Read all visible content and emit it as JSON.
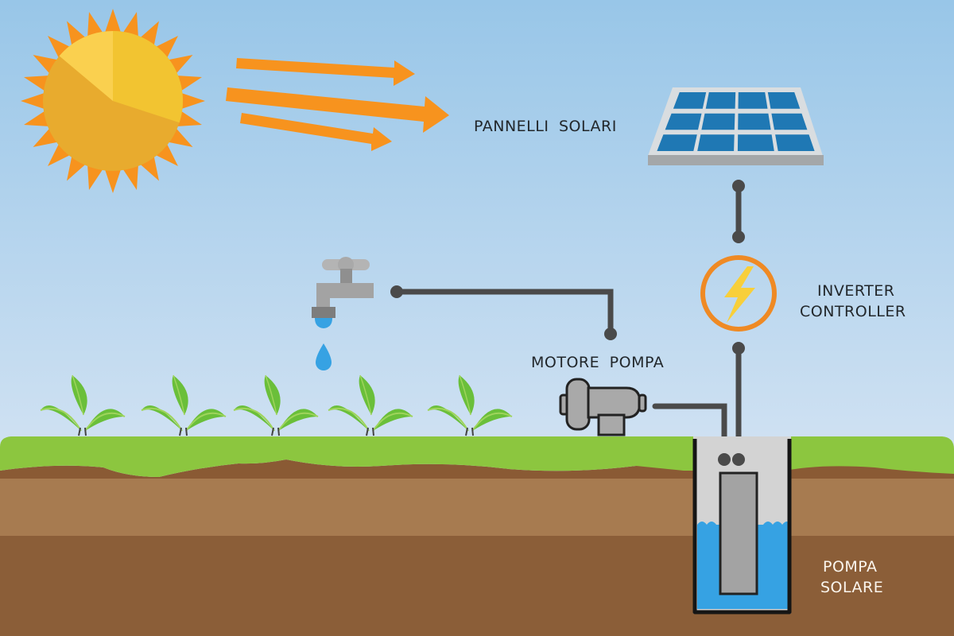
{
  "diagram": {
    "title": "Sistema di pompaggio solare",
    "labels": {
      "solar_panels": "PANNELLI SOLARI",
      "inverter_line1": "INVERTER",
      "inverter_line2": "CONTROLLER",
      "motor_pump": "MOTORE POMPA",
      "solar_pump_line1": "POMPA",
      "solar_pump_line2": "SOLARE"
    },
    "components": [
      {
        "id": "sun",
        "icon": "sun-icon"
      },
      {
        "id": "sun-rays",
        "icon": "arrow-right-icon",
        "count": 3
      },
      {
        "id": "solar-panel",
        "icon": "solar-panel-icon",
        "cells": {
          "rows": 3,
          "cols": 4
        }
      },
      {
        "id": "inverter",
        "icon": "lightning-bolt-icon"
      },
      {
        "id": "motor",
        "icon": "motor-icon"
      },
      {
        "id": "tap",
        "icon": "faucet-icon"
      },
      {
        "id": "drop",
        "icon": "water-drop-icon"
      },
      {
        "id": "plants",
        "icon": "plant-icon",
        "count": 5
      },
      {
        "id": "well",
        "icon": "well-icon"
      },
      {
        "id": "submersible-pump",
        "icon": "pump-icon"
      }
    ],
    "connections": [
      {
        "from": "solar-panel",
        "to": "inverter"
      },
      {
        "from": "inverter",
        "to": "submersible-pump"
      },
      {
        "from": "motor",
        "to": "submersible-pump"
      },
      {
        "from": "motor",
        "to": "tap"
      }
    ],
    "colors": {
      "sky_top": "#98c6e8",
      "sky_bottom": "#d3e3f3",
      "sun_rays": "#f7931e",
      "sun_body": "#e8ab2e",
      "sun_highlight": "#f2c431",
      "sun_highlight_light": "#fad04f",
      "panel_cell": "#1f78b4",
      "panel_frame": "#d9dde0",
      "panel_edge": "#a4a7a9",
      "wire": "#4a4a4a",
      "inverter_ring": "#ef8a24",
      "bolt": "#f8cf3a",
      "grass": "#8cc63f",
      "soil_top": "#8a5a34",
      "soil_mid": "#a77b50",
      "soil_deep": "#8b5e38",
      "water": "#36a2e3",
      "well_wall": "#d3d3d3",
      "pump_body": "#a3a3a3",
      "leaf": "#6abf3a",
      "leaf_light": "#9fd45c"
    }
  }
}
